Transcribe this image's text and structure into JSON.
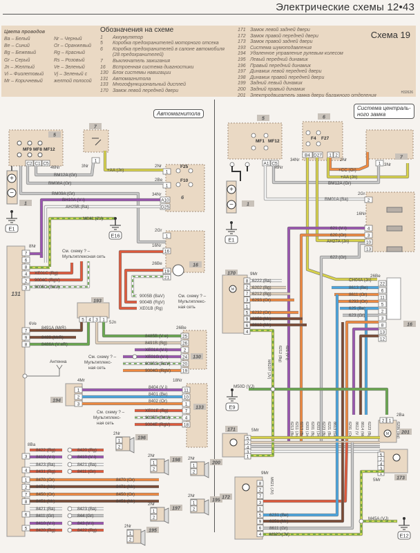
{
  "header": {
    "title": "Электрические схемы 12•43"
  },
  "legend": {
    "wire_colors_title": "Цвета проводов",
    "wire_colors_col1": [
      "Ba – Белый",
      "Be – Синий",
      "Bg – Бежевый",
      "Gr – Серый",
      "Jn – Желтый",
      "Vi – Фиолетовый",
      "Mr – Коричневый"
    ],
    "wire_colors_col2": [
      "Nr – Черный",
      "Or – Оранжевый",
      "Rg – Красный",
      "Rs – Розовый",
      "Ve – Зеленый",
      "Vj – Зеленый с",
      "желтой полосой"
    ],
    "notes_title": "Обозначения на схеме",
    "notes_col1": [
      {
        "num": "1",
        "text": "Аккумулятор"
      },
      {
        "num": "5",
        "text": "Коробка предохранителей моторного отсека"
      },
      {
        "num": "6",
        "text": "Коробка предохранителей в салоне автомобиля"
      },
      {
        "num": "",
        "text": "(28 предохранителей)"
      },
      {
        "num": "7",
        "text": "Выключатель зажигания"
      },
      {
        "num": "16",
        "text": "Встроенная система диагностики"
      },
      {
        "num": "130",
        "text": "Блок системы навигации"
      },
      {
        "num": "131",
        "text": "Автомагнитола"
      },
      {
        "num": "133",
        "text": "Многофункциональный дисплей"
      },
      {
        "num": "170",
        "text": "Замок левой передней двери"
      }
    ],
    "notes_col2": [
      {
        "num": "171",
        "text": "Замок левой задней двери"
      },
      {
        "num": "172",
        "text": "Замок правой передней двери"
      },
      {
        "num": "173",
        "text": "Замок правой задней двери"
      },
      {
        "num": "193",
        "text": "Система шумоподавления"
      },
      {
        "num": "194",
        "text": "Удаленное управление рулевым колесом"
      },
      {
        "num": "195",
        "text": "Левый передний динамик"
      },
      {
        "num": "196",
        "text": "Правый передний динамик"
      },
      {
        "num": "197",
        "text": "Динамик левой передней двери"
      },
      {
        "num": "198",
        "text": "Динамик правой передней двери"
      },
      {
        "num": "199",
        "text": "Задний левый динамик"
      },
      {
        "num": "200",
        "text": "Задний правый динамик"
      },
      {
        "num": "201",
        "text": "Электродвигатель замка двери багажного отделения"
      }
    ],
    "schema_label": "Схема 19",
    "code": "H32626"
  },
  "sections": {
    "left": "Автомагнитола",
    "right_line1": "Система централь-",
    "right_line2": "ного замка"
  },
  "colors": {
    "panel": "#ead9c4",
    "Gr": "#c8c8c8",
    "Ba": "#f4f4f4",
    "Vi": "#9b55b0",
    "Jn": "#d8d24a",
    "JV": "#c8d850",
    "Rg": "#e05a3c",
    "Or": "#f08a40",
    "Mr": "#7a4a34",
    "Be": "#4aa6e0",
    "Bg": "#e3d2bc",
    "Ve": "#6aa84f"
  },
  "left_diagram": {
    "components": {
      "c5": {
        "num": "5",
        "fuses": [
          "MF9",
          "MF8",
          "MF12"
        ],
        "pins": [
          "C2",
          "C1",
          "C5"
        ],
        "conn": "46Nr"
      },
      "c7": {
        "num": "7",
        "pin": "1",
        "conn": "3Nr"
      },
      "c6": {
        "num": "6",
        "fuses": [
          "F25",
          "F10"
        ],
        "pins": [
          "1",
          "1",
          "A10",
          "D25"
        ],
        "conns": [
          "2Nr",
          "2Be",
          "34Nr"
        ]
      },
      "c1": {
        "num": "1",
        "plus": "+",
        "minus": "−"
      },
      "e1": "E1",
      "e16": "E16",
      "c16": {
        "num": "16",
        "pins": [
          "1",
          "16",
          "19",
          "21"
        ],
        "conns": [
          "2Gr",
          "16Nr",
          "26Be"
        ]
      },
      "c131": {
        "num": "131",
        "conn_a": "8Nr",
        "pins_a": [
          "7",
          "6",
          "8",
          "4",
          "2",
          "3"
        ],
        "conn_b": "6Ve",
        "pins_b": [
          "7",
          "9",
          "8"
        ],
        "conn_c": "8Ba",
        "pins_c": [
          "3",
          "4",
          "1",
          "2",
          "7",
          "8",
          "6",
          "5"
        ]
      },
      "c193": {
        "num": "193",
        "pins": [
          "5",
          "4",
          "3",
          "1"
        ],
        "conn": "5Jn"
      },
      "c130": {
        "num": "130",
        "conn": "26Be",
        "pins": [
          "25",
          "26",
          "2",
          "24",
          "20",
          "19"
        ]
      },
      "c194": {
        "num": "194",
        "conn": "4Mr",
        "pins": [
          "1",
          "2",
          "3"
        ]
      },
      "c133": {
        "num": "133",
        "conn": "18Nr",
        "pins": [
          "11",
          "10",
          "1",
          "7",
          "4",
          "18"
        ]
      },
      "antenna": "Антенна"
    },
    "wires": [
      "BM12A (Gr)",
      "BM08A (Gr)",
      "BM09A (Gr)",
      "BH10A (V i)",
      "AH25B (Ba)",
      "M841 (JV)",
      "+AA (Jn)",
      "XE01C (Rg)",
      "9004C (RgV)",
      "9005C (BaV)",
      "9005B (BaV)",
      "9004B (RgV)",
      "XE01B (Rg)",
      "8491A (MrR)",
      "8489 (MrR)",
      "8486A (V eR)",
      "8485B (V e)",
      "8491B (Bg)",
      "XE01A (V i)",
      "XE01G (V i)",
      "9005G (BaV)",
      "9004G (RgV)",
      "8404 (V i)",
      "8401 (Be)",
      "8402 (Or)",
      "XE01E (Rg)",
      "9005E (BaV)",
      "9004E (RgV)"
    ],
    "multiplex_note_1": "См. схему ? –",
    "multiplex_note_2": "Мультиплексная сеть",
    "multiplex_note_b1": "См. схему ? –",
    "multiplex_note_b2": "Мультиплекс-",
    "multiplex_note_b3": "ная сеть",
    "speakers": [
      {
        "num": "196",
        "conn": "2Nr"
      },
      {
        "num": "198",
        "conn": "2Nr"
      },
      {
        "num": "200",
        "conn": "2Nr"
      },
      {
        "num": "199",
        "conn": "2Nr"
      },
      {
        "num": "197",
        "conn": "2Nr"
      },
      {
        "num": "195",
        "conn": "2Nr"
      }
    ],
    "speaker_wires_left": [
      "8422 (Rg)",
      "8410 (V i)",
      "8423 (Ba)",
      "8431 (Rg)",
      "8470 (Or)",
      "8471 (Mr)",
      "8450 (Or)",
      "8451 (Mr)",
      "8421 (Ba)",
      "8411 (Gr)",
      "8410 (V i)",
      "8420 (Rg)"
    ],
    "speaker_wires_right": [
      "8420 (Rg)",
      "8410 (V i)",
      "8421 (Ba)",
      "8411 (Gr)",
      "8470 (Or)",
      "8471 (Mr)",
      "8450 (Or)",
      "8451 (Mr)",
      "8423 (Ba)",
      "844 (Gr)",
      "843 (V i)",
      "8422 (Rg)"
    ]
  },
  "right_diagram": {
    "components": {
      "c5": {
        "num": "5",
        "fuses": [
          "MF1",
          "MF12"
        ],
        "pins": [
          "A1",
          "C5"
        ],
        "conn": "46Nr"
      },
      "c6": {
        "num": "6",
        "fuses": [
          "F4",
          "F27"
        ],
        "pins": [
          "B4",
          "D27",
          "1",
          "2"
        ],
        "conns": [
          "34Nr",
          "2Nr"
        ]
      },
      "c7": {
        "num": "7",
        "pin": "1",
        "conn": "3Nr"
      },
      "c1": {
        "num": "1"
      },
      "e1": "E1",
      "e9": "E9",
      "e12": "E12",
      "c16": {
        "num": "16",
        "conn_a": "2Gr",
        "conn_b": "16Nr",
        "conn_c": "26Be",
        "pins_a": [
          "2"
        ],
        "pins_b": [
          "4",
          "3",
          "10",
          "13"
        ],
        "pins_c": [
          "22",
          "6",
          "11",
          "5",
          "2",
          "3",
          "8",
          "13",
          "12"
        ]
      },
      "c170": {
        "num": "170",
        "conn": "9Mr",
        "pins": [
          "8",
          "2",
          "7",
          "3",
          "1",
          "5",
          "9",
          "6",
          "4"
        ]
      },
      "c171": {
        "num": "171",
        "conn": "5Mr",
        "pins": [
          "5",
          "2",
          "4",
          "3",
          "1"
        ]
      },
      "c172": {
        "num": "172",
        "conn": "9Mr",
        "pins": [
          "8",
          "2",
          "7",
          "3",
          "1",
          "5",
          "9",
          "6",
          "4"
        ]
      },
      "c173": {
        "num": "173",
        "conn": "5Mr",
        "pins": [
          "5",
          "2",
          "4",
          "3",
          "1"
        ]
      },
      "c201": {
        "num": "201",
        "conn": "2Ba",
        "pins": [
          "2",
          "1"
        ]
      }
    },
    "wires": [
      "+CC (Or)",
      "+AA (Jn)",
      "BM12A (Gr)",
      "BM01A (Ba)",
      "621 (V i)",
      "620 (Or)",
      "AH27A (Jn)",
      "622 (Gr)",
      "CH04A (Jn)",
      "6222 (Ba)",
      "6202 (Bg)",
      "6212 (Bg)",
      "6293 (Or)",
      "6232 (Or)",
      "6252 (Mr)",
      "8612 (Mr)",
      "8613 (Be)",
      "8611 (Or)",
      "6293 (Or)",
      "625 (Be)",
      "623 (Gr)",
      "M50D (VJ)",
      "M45A (VJ)",
      "6231 (Be)",
      "6251 (Mr)",
      "8611 (Gr)",
      "M620 (JV)",
      "M621 (JV)",
      "M6207 (JV)"
    ],
    "vertical_labels": [
      "6212 (Bg)",
      "621 (V i)",
      "6213 (Ba)",
      "6211 (Jn)",
      "6213 (Ba)",
      "6203 (Jn)",
      "6201 (Bg)",
      "6203 (Jn)",
      "6223 (Bg)",
      "6221 (Ba)",
      "8613 (Gr)",
      "6291 (Or)",
      "8612 (V i)",
      "8614 (Mr)",
      "6223 (Bg)",
      "6216 (V e)",
      "6206 (Bg)",
      "M621 (JV)",
      "M6207 (JV)"
    ]
  }
}
